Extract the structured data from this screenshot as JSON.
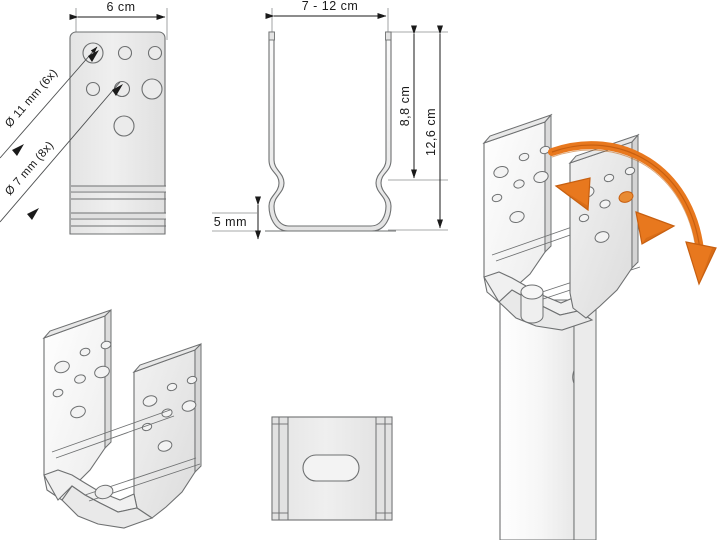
{
  "drawing": {
    "title": "Adjustable post base bracket technical drawing",
    "background_color": "#ffffff",
    "line_color": "#6e7071",
    "fill_color": "#ededed",
    "fill_color_light": "#f5f5f5",
    "accent_color": "#e8781e",
    "accent_shadow_color": "#c75f10",
    "text_color": "#1a1a1a"
  },
  "views": {
    "front_flat": {
      "name": "Front elevation flat plate view",
      "width_dimension": "6 cm",
      "leaders": [
        {
          "label": "Ø 11 mm (6x)",
          "angle": -45
        },
        {
          "label": "Ø 7 mm (8x)",
          "angle": -45
        }
      ],
      "hole_rows": [
        {
          "holes": [
            "large",
            "small",
            "small"
          ]
        },
        {
          "holes": [
            "small",
            "small",
            "large"
          ]
        },
        {
          "holes": [
            "large"
          ]
        }
      ],
      "rib_count": 5
    },
    "side_profile": {
      "name": "U-profile side section view",
      "width_dimension": "7 - 12 cm",
      "inner_height_dimension": "8,8 cm",
      "total_height_dimension": "12,6 cm",
      "thickness_dimension": "5 mm"
    },
    "iso_bracket": {
      "name": "Isometric U-bracket view",
      "description": "Open U bracket with perforated side plates"
    },
    "bottom_view": {
      "name": "Bottom plan view",
      "description": "Base plate with oblong slot"
    },
    "iso_assembly": {
      "name": "Isometric assembly with adjustment arrows",
      "description": "Bracket mounted on anchor post, swing-adjustable side plate",
      "arrow_labels": [
        "swing-arc-arrow",
        "open-arrow-left",
        "open-arrow-right"
      ]
    }
  }
}
